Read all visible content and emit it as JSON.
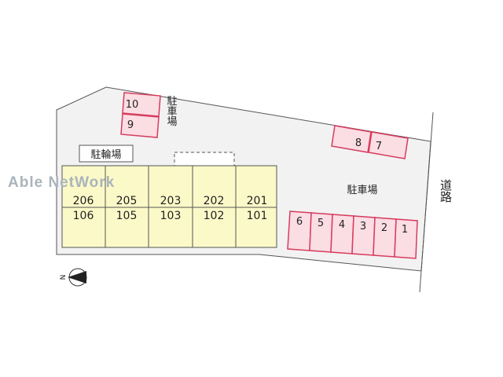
{
  "map": {
    "road_label": "道路",
    "parking_label_main": "駐車場",
    "parking_label_side": "駐車場",
    "bicycle_parking_label": "駐輪場",
    "watermark": "Able NetWork",
    "north_label": "N",
    "units_upper": [
      "206",
      "205",
      "203",
      "202",
      "201"
    ],
    "units_lower": [
      "106",
      "105",
      "103",
      "102",
      "101"
    ],
    "parking_spaces": [
      "1",
      "2",
      "3",
      "4",
      "5",
      "6",
      "7",
      "8",
      "9",
      "10"
    ]
  },
  "colors": {
    "lot_fill": "#f2f2f2",
    "building_fill": "#fbf9c8",
    "parking_fill": "#fbdde4",
    "parking_stroke": "#d63c5e",
    "line": "#555555"
  }
}
